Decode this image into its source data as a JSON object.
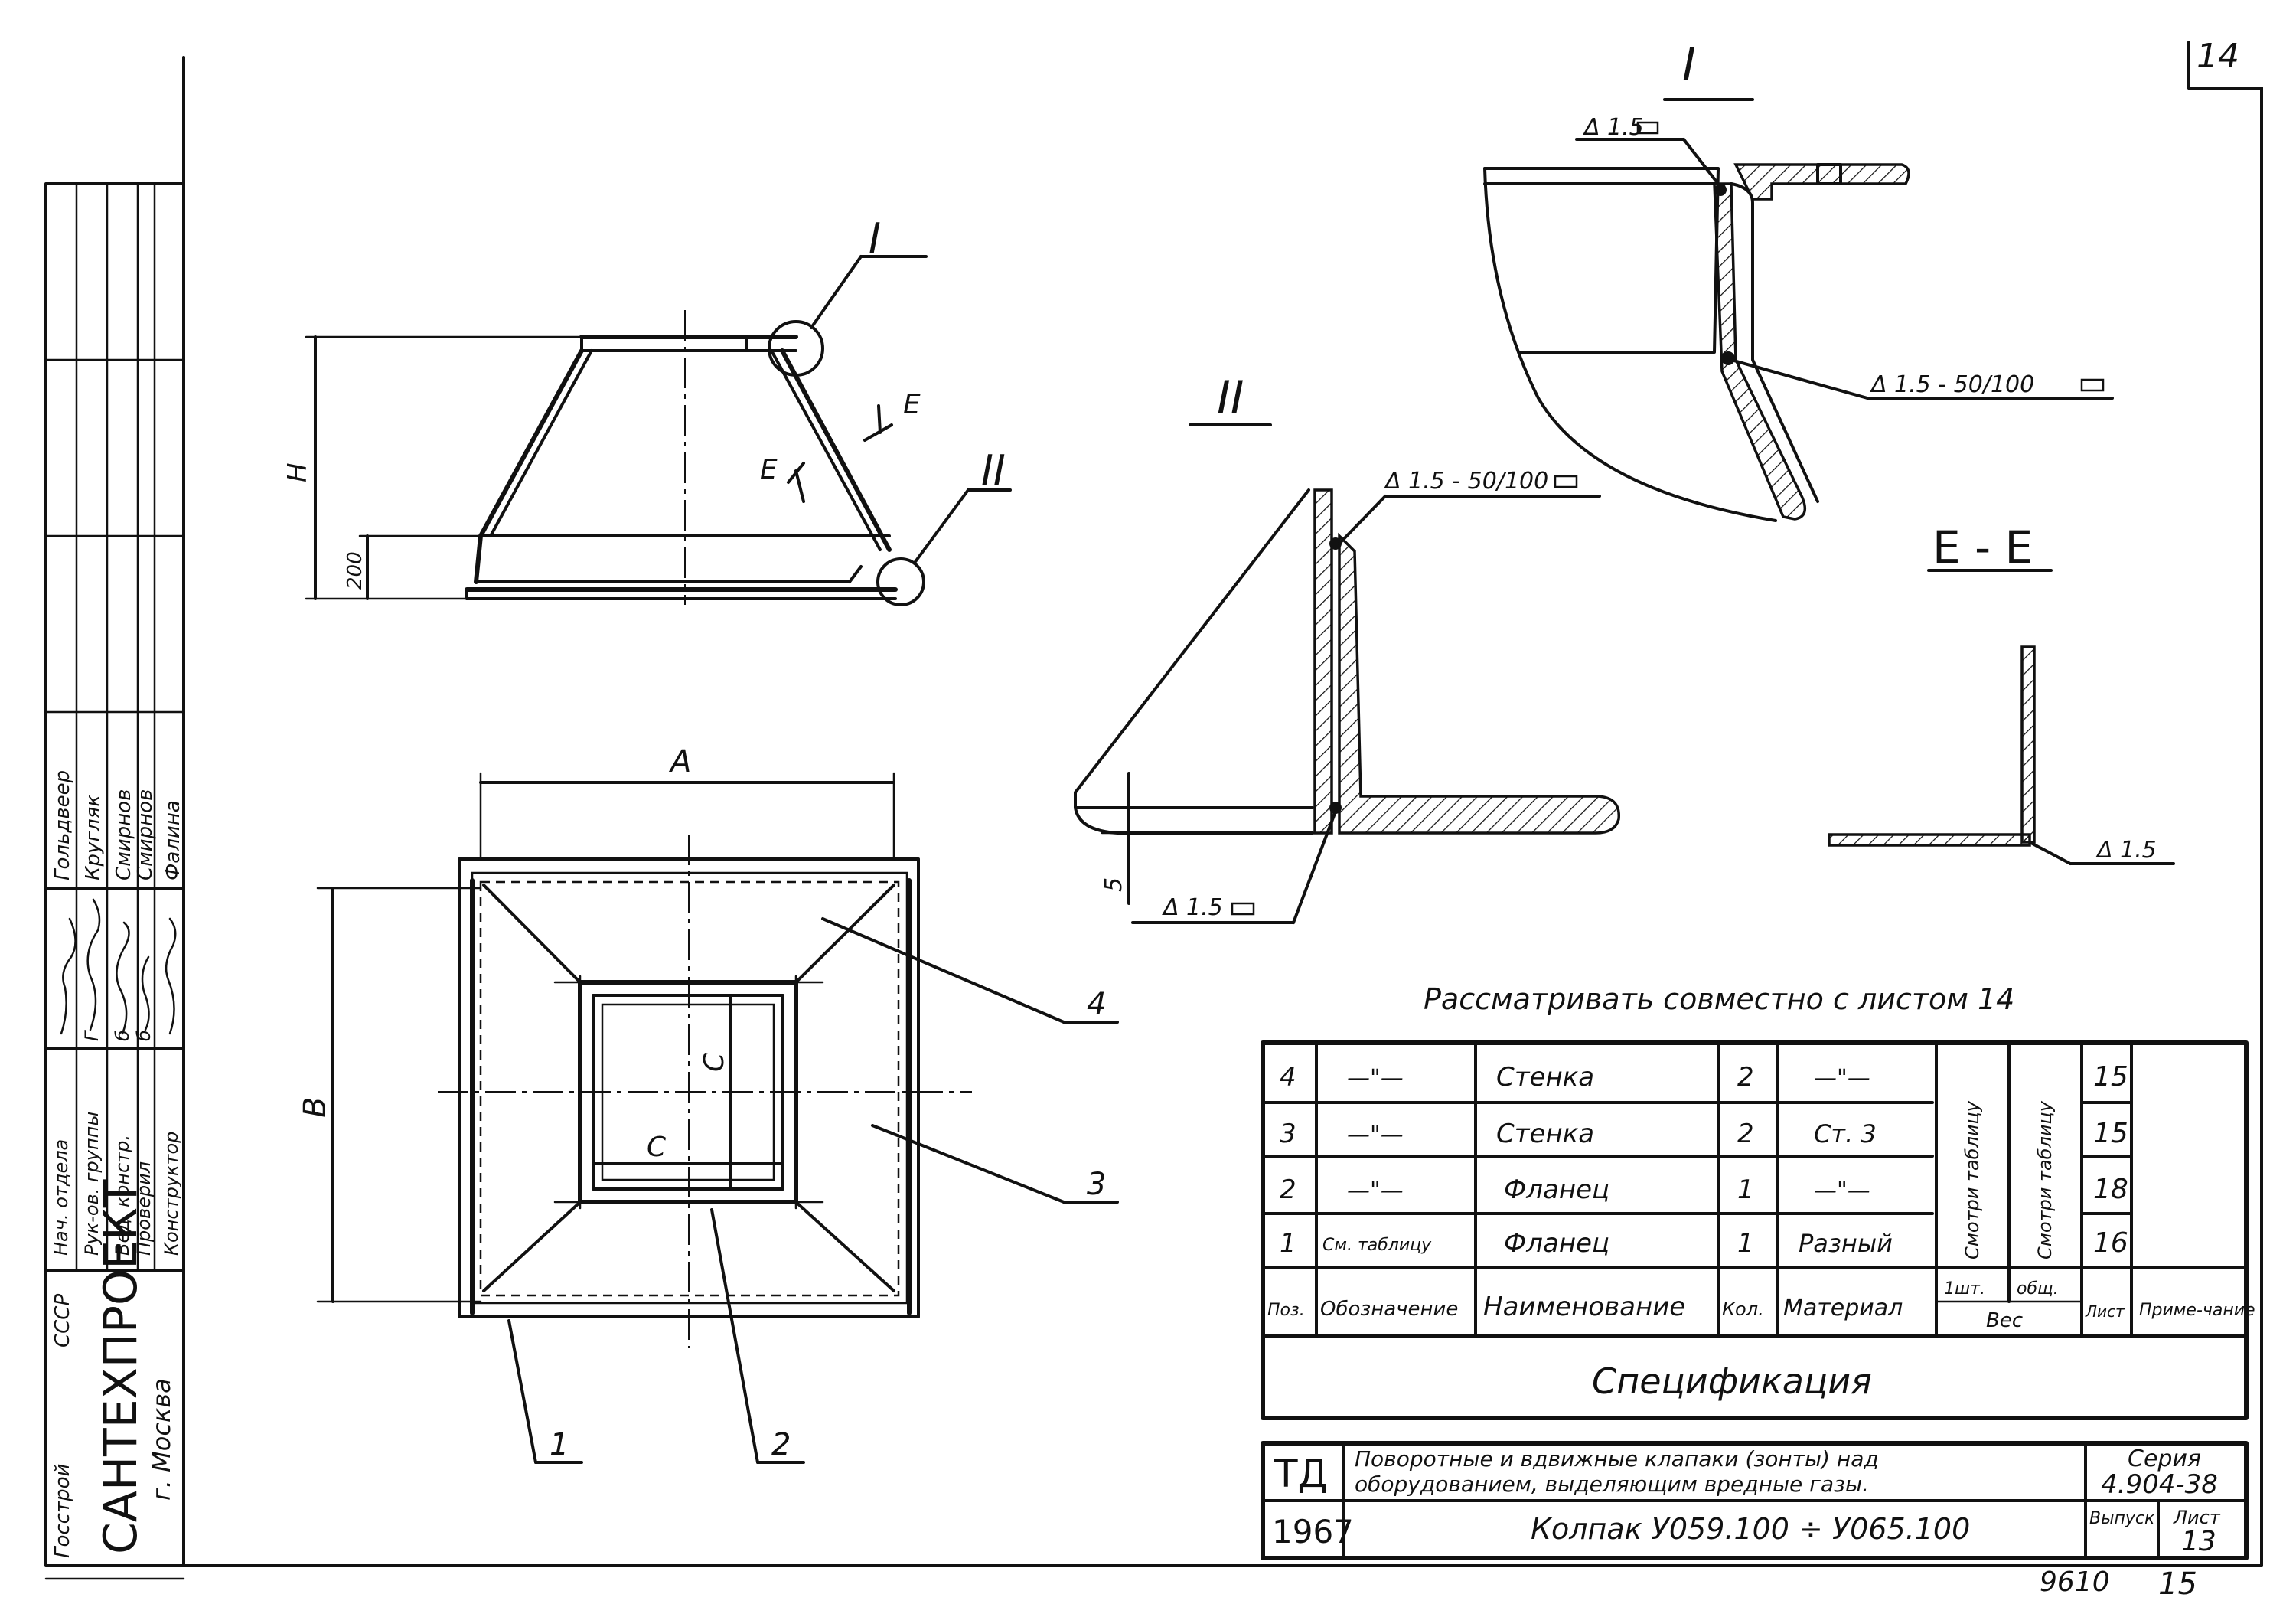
{
  "sheet": {
    "sheet_number": "14",
    "footer_numbers": [
      "9610",
      "15"
    ]
  },
  "stamp": {
    "org_line1": "Госстрой",
    "org_line2": "СССР",
    "org_name": "САНТЕХПРОЕКТ",
    "city": "г. Москва",
    "roles": [
      "Нач. отдела",
      "Рук-ов. группы",
      "Вед. констр.",
      "Проверил",
      "Конструктор"
    ],
    "role_extras": [
      "",
      "Г",
      "б",
      "б",
      ""
    ],
    "names": [
      "Гольдвеер",
      "Кругляк",
      "Смирнов",
      "Смирнов",
      "Фалина"
    ]
  },
  "views": {
    "node_I": "I",
    "node_II": "II",
    "section_ee": "Е - Е",
    "section_mark": "Е",
    "dim_H": "H",
    "dim_200": "200",
    "dim_A": "A",
    "dim_B": "B",
    "dim_C": "C",
    "dim_5": "5",
    "weld_15": "Δ 1.5",
    "weld_15_50_100": "Δ 1.5 - 50/100",
    "pos_1": "1",
    "pos_2": "2",
    "pos_3": "3",
    "pos_4": "4"
  },
  "note": "Рассматривать совместно с листом 14",
  "spec": {
    "rows": [
      {
        "pos": "4",
        "designation": "—\"—",
        "name": "Стенка",
        "qty": "2",
        "material": "—\"—",
        "sheet": "15"
      },
      {
        "pos": "3",
        "designation": "—\"—",
        "name": "Стенка",
        "qty": "2",
        "material": "Ст. 3",
        "sheet": "15"
      },
      {
        "pos": "2",
        "designation": "—\"—",
        "name": "Фланец",
        "qty": "1",
        "material": "—\"—",
        "sheet": "18"
      },
      {
        "pos": "1",
        "designation": "См. таблицу",
        "name": "Фланец",
        "qty": "1",
        "material": "Разный",
        "sheet": "16"
      }
    ],
    "weight_note": "Смотри таблицу",
    "headers": {
      "pos": "Поз.",
      "designation": "Обозначение",
      "name": "Наименование",
      "qty": "Кол.",
      "material": "Материал",
      "weight_one": "1шт.",
      "weight_total": "общ.",
      "weight": "Вес",
      "sheet": "Лист",
      "note": "Приме-чание"
    },
    "title": "Спецификация"
  },
  "title_block": {
    "td": "ТД",
    "year": "1967",
    "description_line1": "Поворотные и вдвижные клапаки (зонты) над",
    "description_line2": "оборудованием, выделяющим вредные газы.",
    "series_label": "Серия",
    "series_value": "4.904-38",
    "issue_label": "Выпуск",
    "sheet_label": "Лист",
    "sheet_value": "13",
    "item_title": "Колпак У059.100 ÷ У065.100"
  }
}
